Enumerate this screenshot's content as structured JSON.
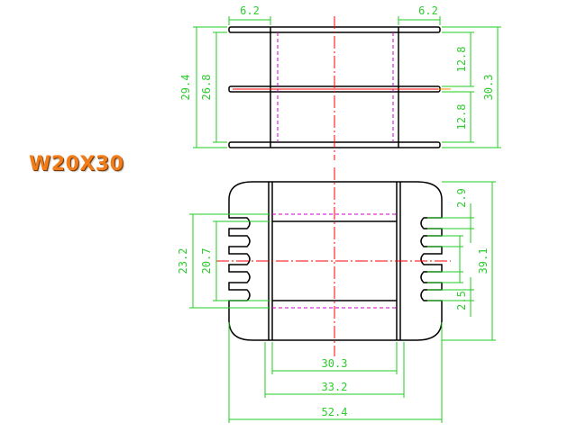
{
  "title": "W20X30",
  "colors": {
    "outline": "#000000",
    "dimension": "#22cc22",
    "centerline": "#ff0000",
    "hidden": "#cc00cc",
    "title": "#f07c1a"
  },
  "dimensions": {
    "top_left_flange": "6.2",
    "top_right_flange": "6.2",
    "overall_height_left": "29.4",
    "inner_height_left": "26.8",
    "upper_right": "12.8",
    "lower_right": "12.8",
    "overall_height_right": "30.3",
    "bottom_height_left_outer": "23.2",
    "bottom_height_left_inner": "20.7",
    "slot_pitch_top": "2.9",
    "slot_pitch_bottom": "2.5",
    "overall_height_bottom_right": "39.1",
    "width_inner": "30.3",
    "width_middle": "33.2",
    "width_overall": "52.4"
  }
}
